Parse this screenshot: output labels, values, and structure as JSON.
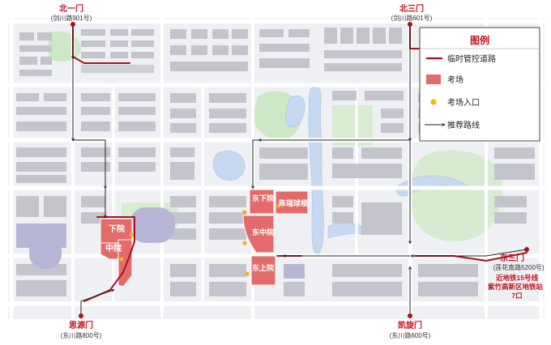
{
  "gates": [
    {
      "name": "北一门",
      "address": "(剑川路901号)"
    },
    {
      "name": "北三门",
      "address": "(剑川路601号)"
    },
    {
      "name": "东三门",
      "address": "(莲花南路5200号)"
    },
    {
      "name": "思源门",
      "address": "(东川路800号)"
    },
    {
      "name": "凯旋门",
      "address": "(东川路600号)"
    }
  ],
  "metro_note": {
    "line1": "近地铁15号线",
    "line2": "紫竹高新区地铁站",
    "line3": "7口"
  },
  "exam_areas": [
    {
      "label": "下院"
    },
    {
      "label": "中院"
    },
    {
      "label": "东下院"
    },
    {
      "label": "东中院"
    },
    {
      "label": "东上院"
    },
    {
      "label": "陈瑞球楼"
    }
  ],
  "legend": {
    "title": "图例",
    "items": [
      {
        "label": "临时管控道路",
        "symbol": "control-road"
      },
      {
        "label": "考场",
        "symbol": "exam-site"
      },
      {
        "label": "考场入口",
        "symbol": "exam-entrance"
      },
      {
        "label": "推荐路线",
        "symbol": "recommended-route"
      }
    ]
  },
  "colors": {
    "control_road": "#a8131a",
    "exam_fill": "#e36b6b",
    "entrance": "#f3b41b",
    "route": "#222222",
    "gate_text": "#c1121f",
    "water": "#c7d9f0",
    "green": "#cde8c4",
    "building": "#c4c4cc",
    "road": "#ffffff",
    "block": "#eef0f3"
  }
}
